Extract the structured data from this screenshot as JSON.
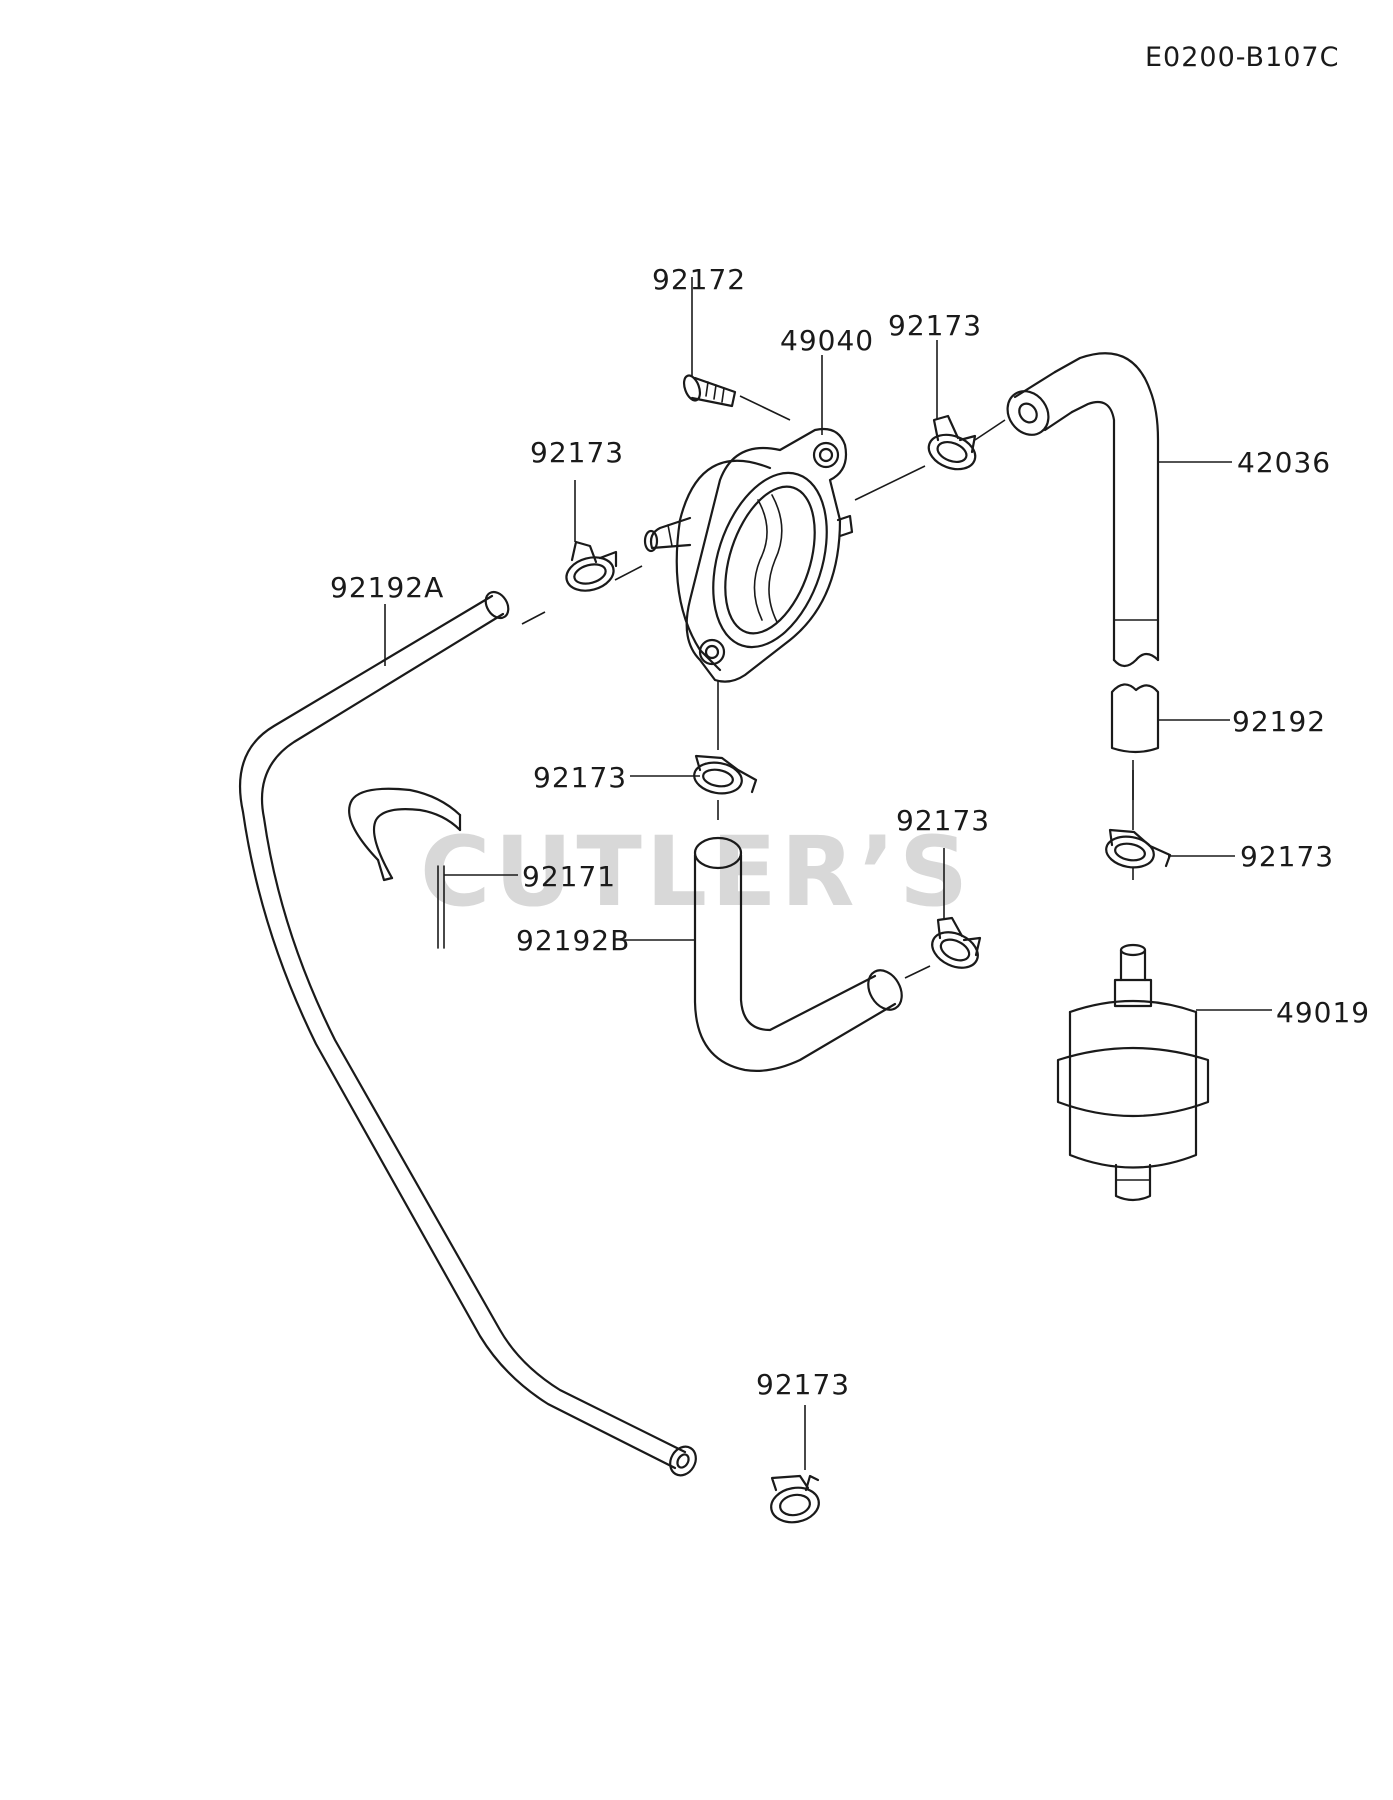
{
  "diagram_code": "E0200-B107C",
  "watermark": "CUTLER’S",
  "callouts": {
    "screw_92172": "92172",
    "pump_49040": "49040",
    "clamp_top_right_92173": "92173",
    "hose_42036": "42036",
    "clamp_left_92173": "92173",
    "hose_92192A": "92192A",
    "clamp_center_92173": "92173",
    "clamp_mid_right_92173": "92173",
    "hose_92192": "92192",
    "clamp_right_92173": "92173",
    "clip_92171": "92171",
    "hose_92192B": "92192B",
    "filter_49019": "49019",
    "clamp_bottom_92173": "92173"
  }
}
